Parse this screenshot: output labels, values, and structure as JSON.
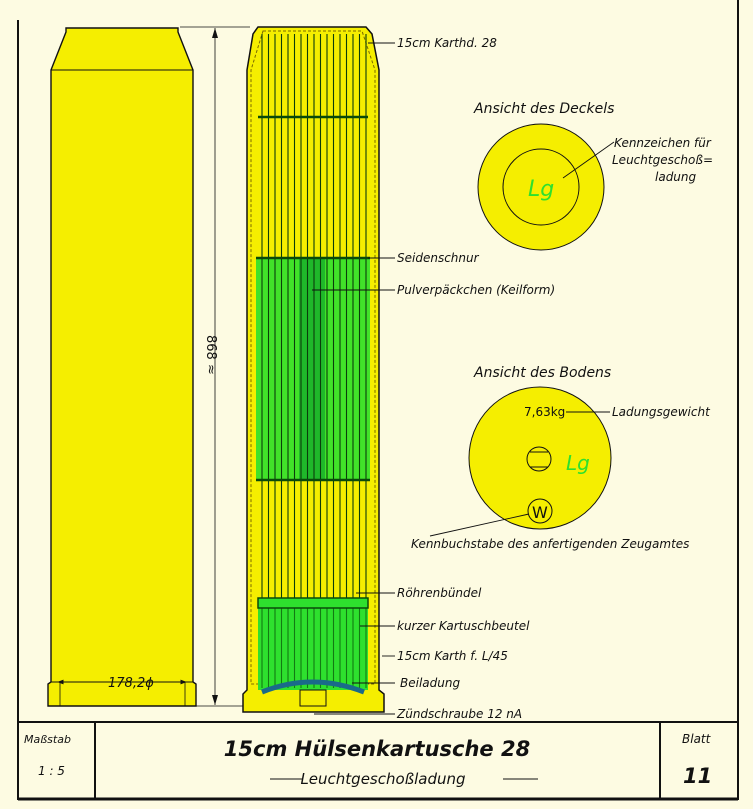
{
  "drawing": {
    "exterior": {
      "dimension_length": "868 ≈",
      "dimension_diameter": "178,2ϕ"
    },
    "section_labels": [
      "15cm Karthd. 28",
      "Seidenschnur",
      "Pulverpäckchen (Keilform)",
      "Röhrenbündel",
      "kurzer Kartuschbeutel",
      "15cm Karth f. L/45",
      "Beiladung",
      "Zündschraube 12 nA"
    ],
    "lid_view": {
      "title": "Ansicht des Deckels",
      "marking": "Lg",
      "note": [
        "Kennzeichen für",
        "Leuchtgeschoß=",
        "ladung"
      ]
    },
    "base_view": {
      "title": "Ansicht des Bodens",
      "weight": "7,63kg",
      "weight_label": "Ladungsgewicht",
      "marking": "Lg",
      "maker_letter": "W",
      "maker_label": "Kennbuchstabe des anfertigenden Zeugamtes"
    }
  },
  "title_block": {
    "scale_label": "Maßstab",
    "scale_value": "1 : 5",
    "title": "15cm Hülsenkartusche 28",
    "subtitle": "Leuchtgeschoßladung",
    "sheet_label": "Blatt",
    "sheet_value": "11"
  },
  "colors": {
    "paper": "#fdfbe2",
    "yellow": "#f5ee00",
    "green": "#2ee02e",
    "ink": "#111111"
  }
}
